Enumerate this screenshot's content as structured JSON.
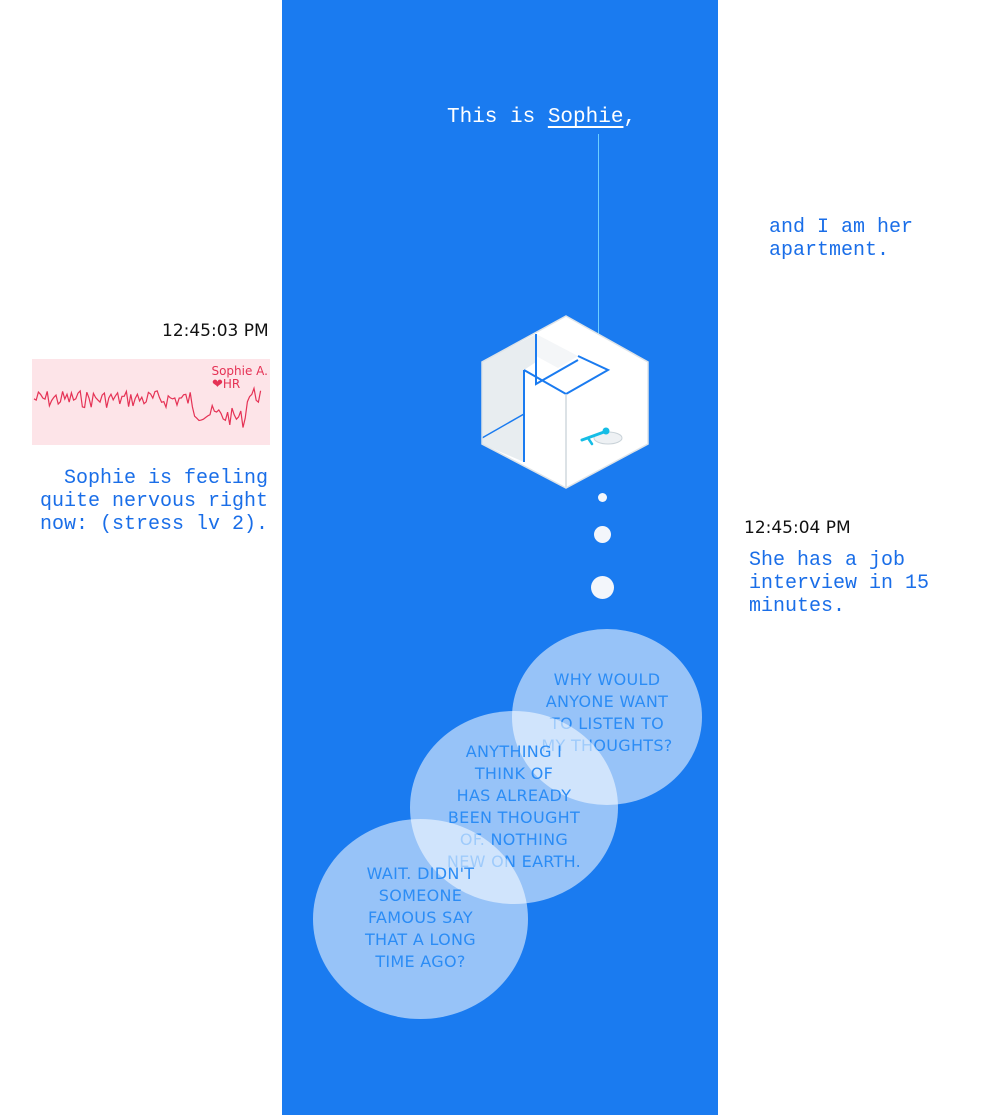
{
  "intro": {
    "prefix": "This is ",
    "name": "Sophie",
    "suffix": ","
  },
  "apartment_caption": "and I am her apartment.",
  "left_status": {
    "timestamp": "12:45:03 PM",
    "monitor_name": "Sophie A.",
    "monitor_label": "HR",
    "heart_icon": "heart-icon",
    "stress_message": "Sophie is feeling quite nervous right now: (stress lv 2)."
  },
  "right_status": {
    "timestamp": "12:45:04 PM",
    "message": "She has a job interview in 15 minutes."
  },
  "thoughts": [
    {
      "lines": [
        "Why would",
        "anyone want",
        "to listen to",
        "my thoughts?"
      ]
    },
    {
      "lines": [
        "Anything I",
        "think of",
        "has already",
        "been thought",
        "of. Nothing",
        "new on Earth."
      ]
    },
    {
      "lines": [
        "Wait. Didn't",
        "someone",
        "famous say",
        "that a long",
        "time ago?"
      ]
    }
  ],
  "colors": {
    "panel_blue": "#1a7bf0",
    "text_blue": "#1a6ee8",
    "hr_red": "#e53255",
    "hr_bg": "#fde4e8"
  }
}
